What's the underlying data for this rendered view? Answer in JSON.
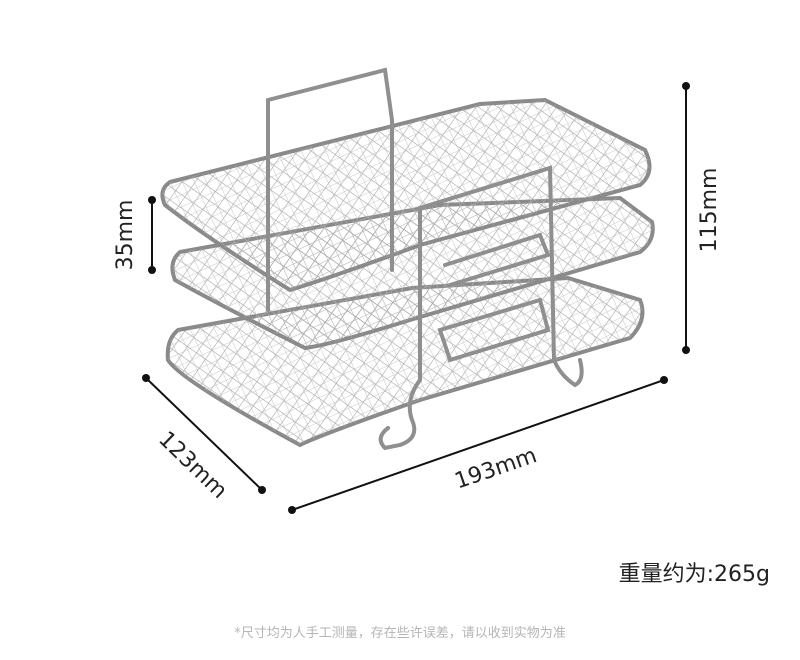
{
  "dimensions": {
    "height_total": "115mm",
    "tier_spacing": "35mm",
    "depth": "123mm",
    "width": "193mm"
  },
  "weight_text": "重量约为:265g",
  "disclaimer": "*尺寸均为人手工测量，存在些许误差，请以收到实物为准"
}
